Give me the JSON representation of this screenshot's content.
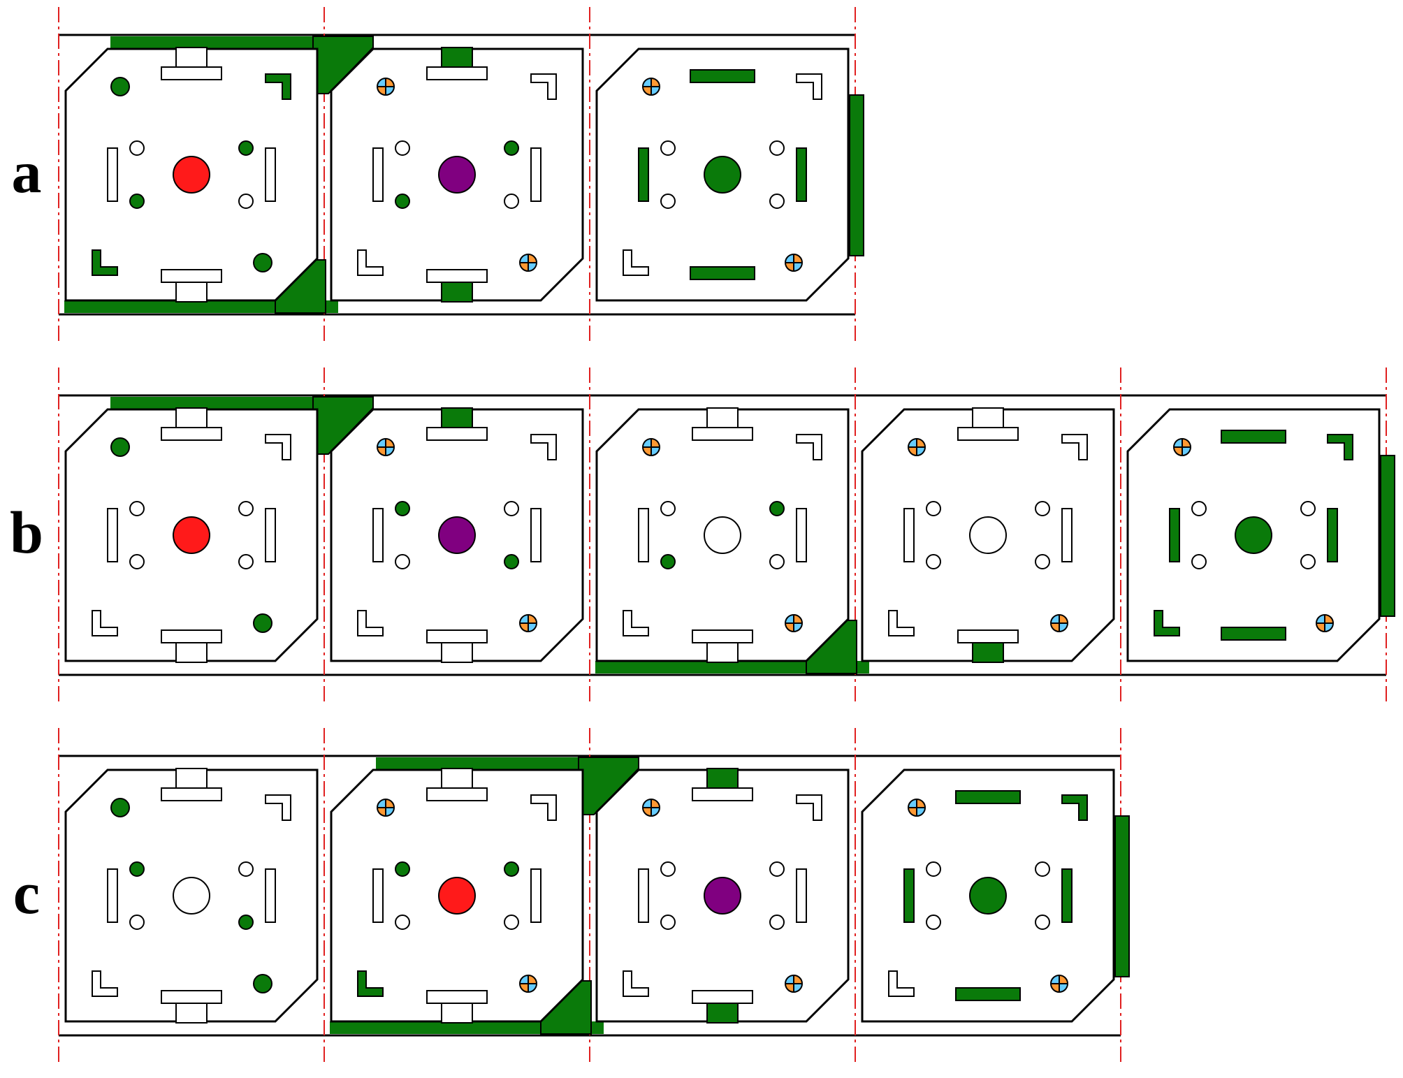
{
  "colors": {
    "green": "#0a7a0a",
    "red": "#ff1a1a",
    "purple": "#800080",
    "outline": "#000000",
    "guide": "#e02020",
    "screw_quadrants": [
      "#ff9933",
      "#66ccff"
    ]
  },
  "rows": [
    {
      "label": "a",
      "cells": [
        {
          "center": "red",
          "top_tab": "white",
          "bottom_tab": "white",
          "corner_tl": "dot",
          "corner_tr": "bracket",
          "corner_bl": "bracket",
          "corner_br": "dot",
          "tl_fill": "green",
          "tr_fill": "green",
          "bl_fill": "green",
          "br_fill": "green",
          "small_tr_fill": "green",
          "small_bl_fill": "green",
          "small_tl_fill": "white",
          "small_br_fill": "white",
          "left_slot": "white",
          "right_slot": "white",
          "top_wedge": true,
          "bottom_wedge": true,
          "top_bar": true,
          "bottom_bar": true
        },
        {
          "center": "purple",
          "top_tab": "green",
          "bottom_tab": "green",
          "corner_tl": "screw",
          "corner_tr": "bracket",
          "corner_bl": "bracket",
          "corner_br": "screw",
          "tl_fill": "white",
          "tr_fill": "white",
          "bl_fill": "white",
          "br_fill": "white",
          "small_tr_fill": "green",
          "small_bl_fill": "green",
          "small_tl_fill": "white",
          "small_br_fill": "white",
          "left_slot": "white",
          "right_slot": "white",
          "top_wedge": false,
          "bottom_wedge": false,
          "top_bar": false,
          "bottom_bar": false
        },
        {
          "center": "green",
          "top_tab": "greenbar",
          "bottom_tab": "greenbar",
          "corner_tl": "screw",
          "corner_tr": "bracket",
          "corner_bl": "bracket",
          "corner_br": "screw",
          "tl_fill": "white",
          "tr_fill": "white",
          "bl_fill": "white",
          "br_fill": "white",
          "small_tr_fill": "white",
          "small_bl_fill": "white",
          "small_tl_fill": "white",
          "small_br_fill": "white",
          "left_slot": "green",
          "right_slot": "green",
          "top_wedge": false,
          "bottom_wedge": false,
          "top_bar": false,
          "bottom_bar": false,
          "side_bar": true
        }
      ]
    },
    {
      "label": "b",
      "cells": [
        {
          "center": "red",
          "top_tab": "white",
          "bottom_tab": "white",
          "corner_tl": "dot",
          "corner_tr": "bracket",
          "corner_bl": "bracket",
          "corner_br": "dot",
          "tl_fill": "green",
          "tr_fill": "white",
          "bl_fill": "white",
          "br_fill": "green",
          "small_tr_fill": "white",
          "small_bl_fill": "white",
          "small_tl_fill": "white",
          "small_br_fill": "white",
          "left_slot": "white",
          "right_slot": "white",
          "top_wedge": true,
          "bottom_wedge": false,
          "top_bar": true,
          "bottom_bar": false
        },
        {
          "center": "purple",
          "top_tab": "green",
          "bottom_tab": "white",
          "corner_tl": "screw",
          "corner_tr": "bracket",
          "corner_bl": "bracket",
          "corner_br": "screw",
          "tl_fill": "white",
          "tr_fill": "white",
          "bl_fill": "white",
          "br_fill": "white",
          "small_tr_fill": "white",
          "small_bl_fill": "white",
          "small_tl_fill": "green",
          "small_br_fill": "green",
          "left_slot": "white",
          "right_slot": "white",
          "top_wedge": false,
          "bottom_wedge": false,
          "top_bar": false,
          "bottom_bar": false
        },
        {
          "center": "white",
          "top_tab": "white",
          "bottom_tab": "white",
          "corner_tl": "screw",
          "corner_tr": "bracket",
          "corner_bl": "bracket",
          "corner_br": "screw",
          "tl_fill": "white",
          "tr_fill": "white",
          "bl_fill": "white",
          "br_fill": "white",
          "small_tr_fill": "green",
          "small_bl_fill": "green",
          "small_tl_fill": "white",
          "small_br_fill": "white",
          "left_slot": "white",
          "right_slot": "white",
          "top_wedge": false,
          "bottom_wedge": true,
          "top_bar": false,
          "bottom_bar": true
        },
        {
          "center": "white",
          "top_tab": "white",
          "bottom_tab": "green",
          "corner_tl": "screw",
          "corner_tr": "bracket",
          "corner_bl": "bracket",
          "corner_br": "screw",
          "tl_fill": "white",
          "tr_fill": "white",
          "bl_fill": "white",
          "br_fill": "white",
          "small_tr_fill": "white",
          "small_bl_fill": "white",
          "small_tl_fill": "white",
          "small_br_fill": "white",
          "left_slot": "white",
          "right_slot": "white",
          "top_wedge": false,
          "bottom_wedge": false,
          "top_bar": false,
          "bottom_bar": false
        },
        {
          "center": "green",
          "top_tab": "greenbar",
          "bottom_tab": "greenbar",
          "corner_tl": "screw",
          "corner_tr": "bracket",
          "corner_bl": "bracket",
          "corner_br": "screw",
          "tl_fill": "white",
          "tr_fill": "green",
          "bl_fill": "green",
          "br_fill": "white",
          "small_tr_fill": "white",
          "small_bl_fill": "white",
          "small_tl_fill": "white",
          "small_br_fill": "white",
          "left_slot": "green",
          "right_slot": "green",
          "top_wedge": false,
          "bottom_wedge": false,
          "top_bar": false,
          "bottom_bar": false,
          "side_bar": true
        }
      ]
    },
    {
      "label": "c",
      "cells": [
        {
          "center": "white",
          "top_tab": "white",
          "bottom_tab": "white",
          "corner_tl": "dot",
          "corner_tr": "bracket",
          "corner_bl": "bracket",
          "corner_br": "dot",
          "tl_fill": "green",
          "tr_fill": "white",
          "bl_fill": "white",
          "br_fill": "green",
          "small_tr_fill": "white",
          "small_bl_fill": "white",
          "small_tl_fill": "green",
          "small_br_fill": "green",
          "left_slot": "white",
          "right_slot": "white",
          "top_wedge": false,
          "bottom_wedge": false,
          "top_bar": false,
          "bottom_bar": false,
          "swap_small": true
        },
        {
          "center": "red",
          "top_tab": "white",
          "bottom_tab": "white",
          "corner_tl": "screw",
          "corner_tr": "bracket",
          "corner_bl": "bracket",
          "corner_br": "screw",
          "tl_fill": "white",
          "tr_fill": "white",
          "bl_fill": "green",
          "br_fill": "white",
          "small_tr_fill": "green",
          "small_bl_fill": "white",
          "small_tl_fill": "green",
          "small_br_fill": "white",
          "left_slot": "white",
          "right_slot": "white",
          "top_wedge": true,
          "bottom_wedge": true,
          "top_bar": true,
          "bottom_bar": true
        },
        {
          "center": "purple",
          "top_tab": "green",
          "bottom_tab": "green",
          "corner_tl": "screw",
          "corner_tr": "bracket",
          "corner_bl": "bracket",
          "corner_br": "screw",
          "tl_fill": "white",
          "tr_fill": "white",
          "bl_fill": "white",
          "br_fill": "white",
          "small_tr_fill": "white",
          "small_bl_fill": "white",
          "small_tl_fill": "white",
          "small_br_fill": "white",
          "left_slot": "white",
          "right_slot": "white",
          "top_wedge": false,
          "bottom_wedge": false,
          "top_bar": false,
          "bottom_bar": false
        },
        {
          "center": "green",
          "top_tab": "greenbar",
          "bottom_tab": "greenbar",
          "corner_tl": "screw",
          "corner_tr": "bracket",
          "corner_bl": "bracket",
          "corner_br": "screw",
          "tl_fill": "white",
          "tr_fill": "green",
          "bl_fill": "white",
          "br_fill": "white",
          "small_tr_fill": "white",
          "small_bl_fill": "white",
          "small_tl_fill": "white",
          "small_br_fill": "white",
          "left_slot": "green",
          "right_slot": "green",
          "top_wedge": false,
          "bottom_wedge": false,
          "top_bar": false,
          "bottom_bar": false,
          "side_bar": true
        }
      ]
    }
  ]
}
